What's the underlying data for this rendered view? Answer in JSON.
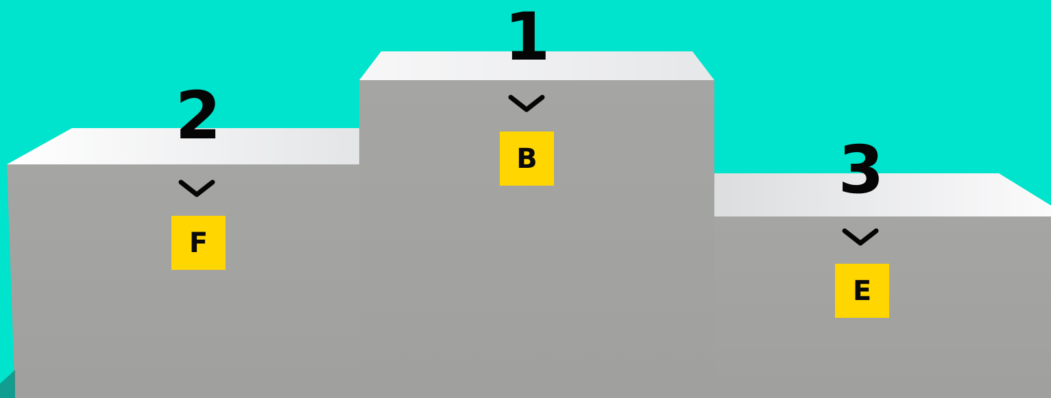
{
  "colors": {
    "background": "#00e3cc",
    "podium_front": "#a3a3a1",
    "podium_top": "#f2f3f4",
    "badge": "#ffd600",
    "text": "#050505"
  },
  "podium": [
    {
      "rank": "1",
      "label": "B",
      "pointer_icon": "chevron-down-icon"
    },
    {
      "rank": "2",
      "label": "F",
      "pointer_icon": "chevron-down-icon"
    },
    {
      "rank": "3",
      "label": "E",
      "pointer_icon": "chevron-down-icon"
    }
  ]
}
